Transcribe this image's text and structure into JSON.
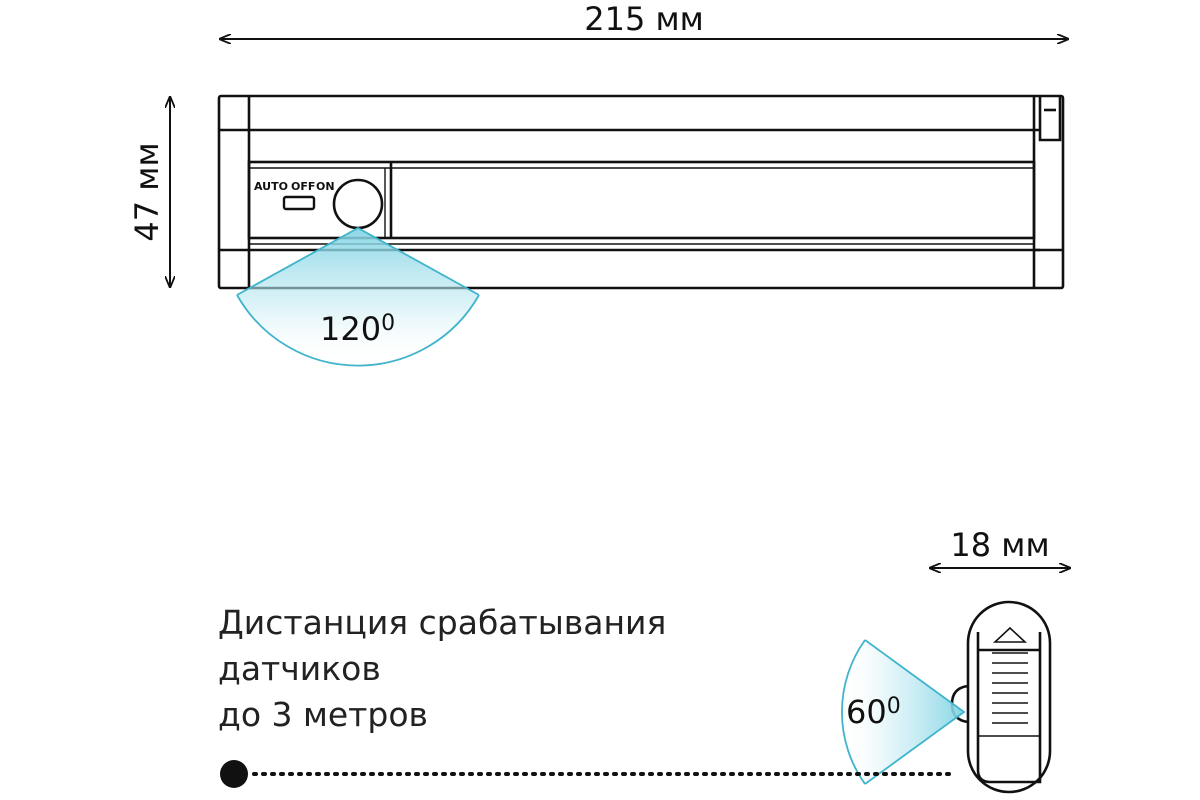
{
  "dimensions": {
    "length": "215 мм",
    "height": "47 мм",
    "depth": "18 мм"
  },
  "switch_labels": {
    "auto": "AUTO",
    "off": "OFF",
    "on": "ON"
  },
  "angles": {
    "front_value": "120",
    "side_value": "60",
    "degree_mark": "0"
  },
  "description_lines": [
    "Дистанция срабатывания",
    "датчиков",
    "до 3 метров"
  ],
  "colors": {
    "line": "#111111",
    "sensor_beam": "#3fb4cc",
    "sensor_fill": "#7fd3e3"
  }
}
